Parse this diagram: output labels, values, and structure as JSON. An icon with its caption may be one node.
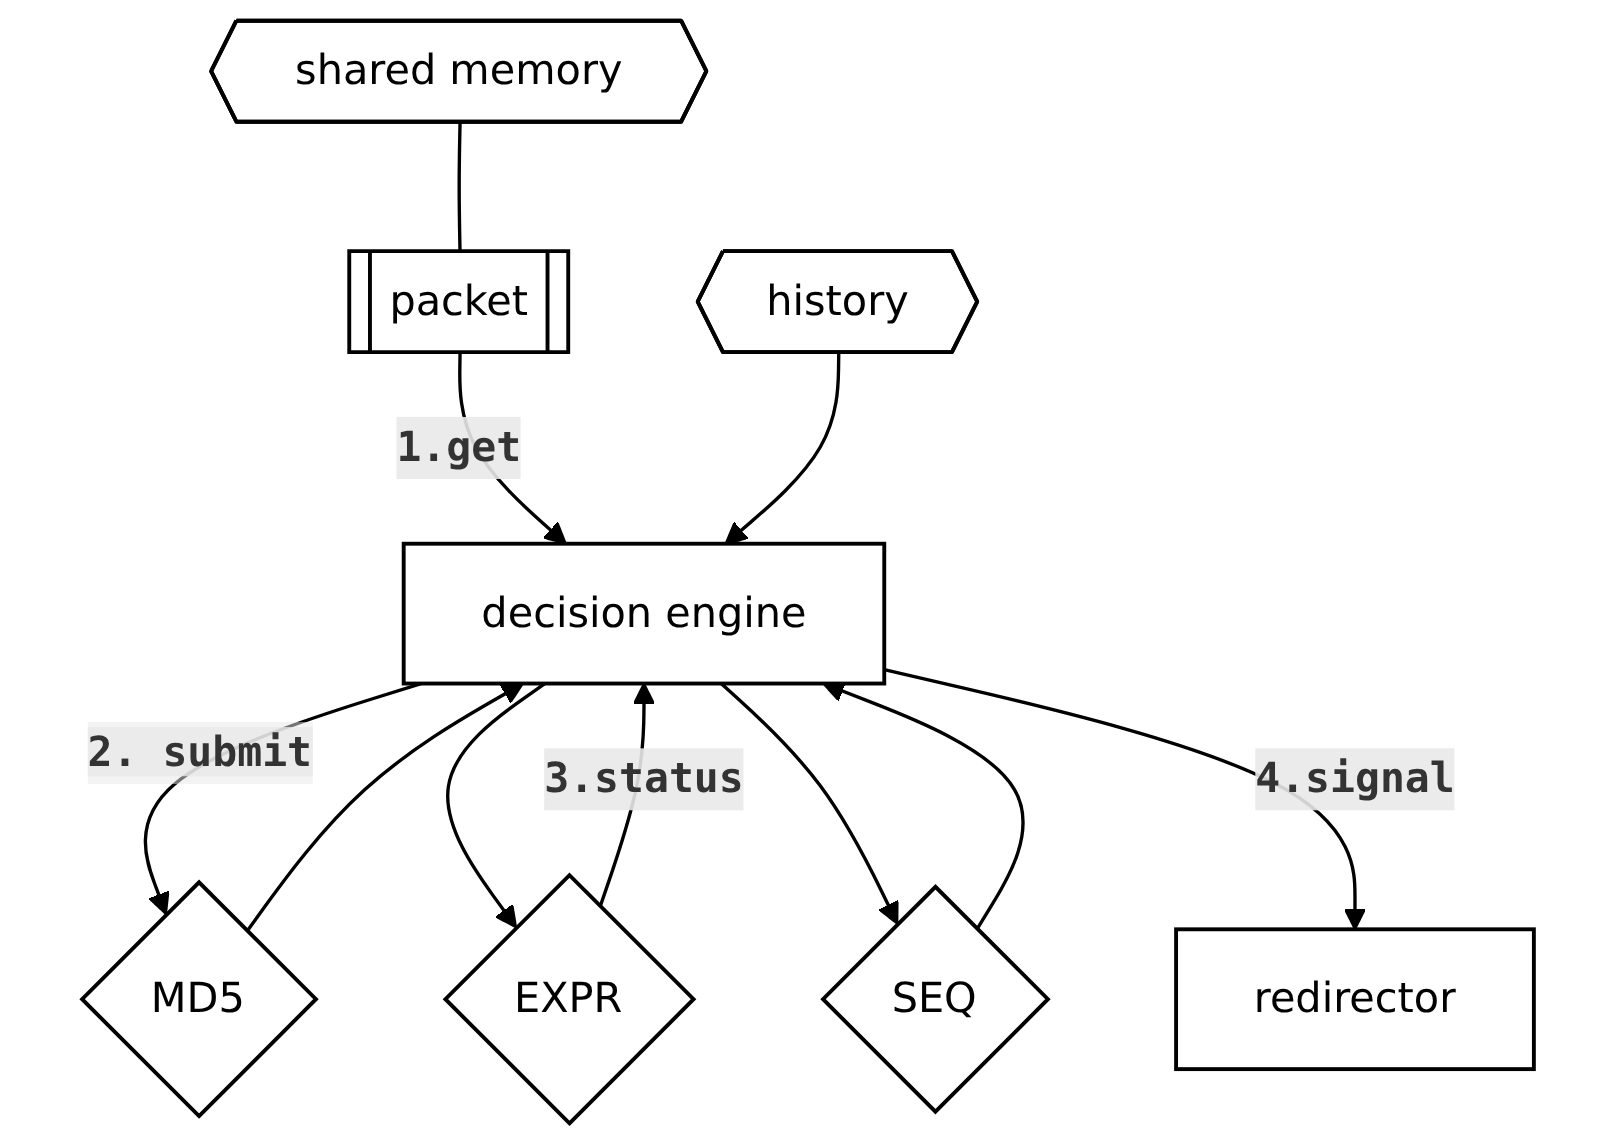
{
  "diagram": {
    "nodes": [
      {
        "text": [
          "packet"
        ]
      },
      {
        "text": [
          "shared memory"
        ]
      },
      {
        "text": [
          "history"
        ]
      },
      {
        "text": [
          "decision engine"
        ]
      },
      {
        "text": [
          "MD5"
        ]
      },
      {
        "text": [
          "EXPR"
        ]
      },
      {
        "text": [
          "SEQ"
        ]
      },
      {
        "text": [
          "redirector"
        ]
      }
    ],
    "edges": [
      {
        "from": 1,
        "to": 0,
        "arrow": "none"
      },
      {
        "from": 0,
        "to": 3,
        "arrow": "to",
        "label": "1.get"
      },
      {
        "from": 2,
        "to": 3,
        "arrow": "to"
      },
      {
        "from": 3,
        "to": 4,
        "arrow": "to",
        "label": "2. submit"
      },
      {
        "from": 3,
        "to": 5,
        "arrow": "to"
      },
      {
        "from": 3,
        "to": 6,
        "arrow": "to"
      },
      {
        "from": 4,
        "to": 3,
        "arrow": "to"
      },
      {
        "from": 5,
        "to": 3,
        "arrow": "to",
        "label": "3.status"
      },
      {
        "from": 6,
        "to": 3,
        "arrow": "to"
      },
      {
        "from": 3,
        "to": 7,
        "arrow": "to",
        "label": "4.signal"
      }
    ]
  }
}
